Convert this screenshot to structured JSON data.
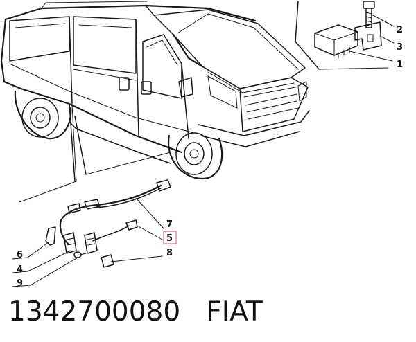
{
  "diagram": {
    "callouts": [
      {
        "id": "2",
        "label": "2"
      },
      {
        "id": "3",
        "label": "3"
      },
      {
        "id": "1",
        "label": "1"
      },
      {
        "id": "7",
        "label": "7"
      },
      {
        "id": "5",
        "label": "5",
        "highlighted": true
      },
      {
        "id": "6",
        "label": "6"
      },
      {
        "id": "8",
        "label": "8"
      },
      {
        "id": "4",
        "label": "4"
      },
      {
        "id": "9",
        "label": "9"
      }
    ],
    "highlight_color": "#e07a95"
  },
  "footer": {
    "part_number": "1342700080",
    "brand": "FIAT"
  }
}
